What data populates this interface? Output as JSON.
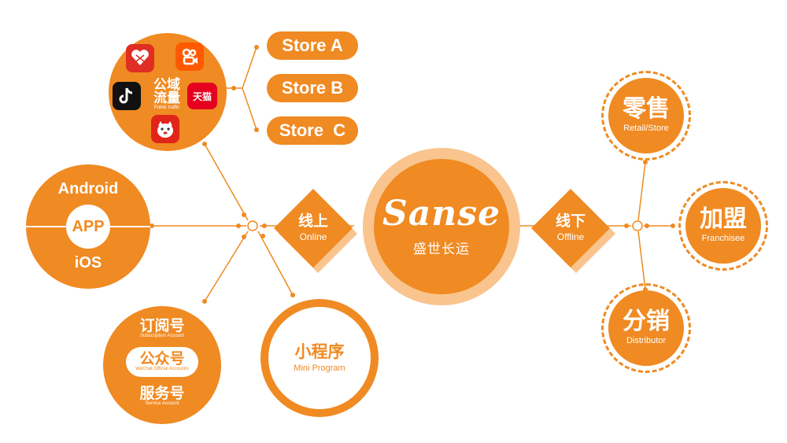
{
  "brand": {
    "logo": "Sanse",
    "cn": "盛世长运"
  },
  "online": {
    "cn": "线上",
    "en": "Online"
  },
  "offline": {
    "cn": "线下",
    "en": "Offline"
  },
  "public_traffic": {
    "cn_line1": "公域",
    "cn_line2": "流量",
    "en": "Public traffic",
    "tmall": "天猫"
  },
  "stores": [
    "Store A",
    "Store B",
    "Store  C"
  ],
  "app": {
    "top": "Android",
    "mid": "APP",
    "bottom": "iOS"
  },
  "wechat": {
    "top": {
      "cn": "订阅号",
      "en": "Subscription Account"
    },
    "mid": {
      "cn": "公众号",
      "en": "WeChat Official Accounts"
    },
    "bottom": {
      "cn": "服务号",
      "en": "Service Account"
    }
  },
  "mini_program": {
    "cn": "小程序",
    "en": "Mini Program"
  },
  "offline_nodes": [
    {
      "cn": "零售",
      "en": "Retail/Store"
    },
    {
      "cn": "加盟",
      "en": "Franchisee"
    },
    {
      "cn": "分销",
      "en": "Distributor"
    }
  ],
  "colors": {
    "primary": "#f08a22",
    "light": "#f9c48d",
    "white": "#ffffff"
  }
}
